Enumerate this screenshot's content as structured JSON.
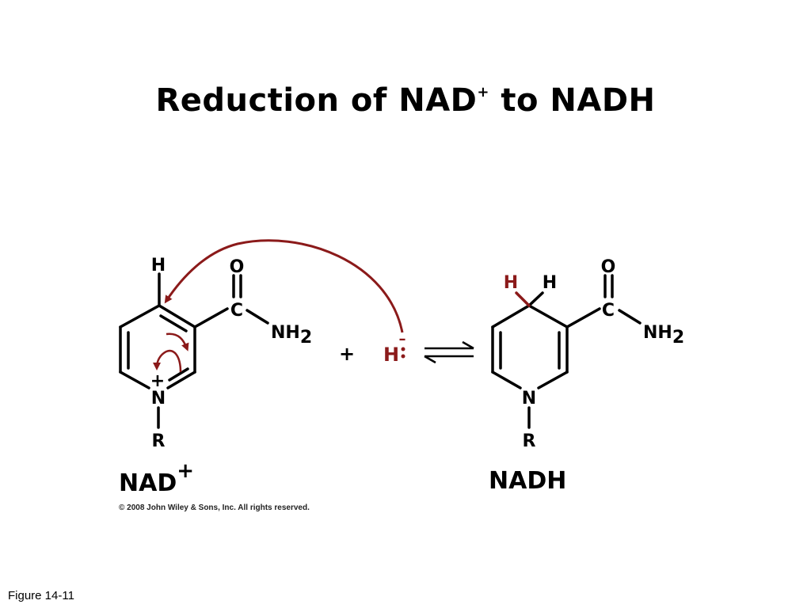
{
  "slide": {
    "title_main": "Reduction of NAD",
    "title_sup": "+",
    "title_tail": " to NADH",
    "copyright": "© 2008 John Wiley & Sons, Inc. All rights reserved.",
    "figure_label": "Figure 14-11"
  },
  "reactant": {
    "atom_H": "H",
    "atom_O": "O",
    "atom_C": "C",
    "atom_NH2_main": "NH",
    "atom_NH2_sub": "2",
    "atom_N": "N",
    "charge": "+",
    "atom_R": "R",
    "label_main": "NAD",
    "label_sup": "+"
  },
  "reagent": {
    "plus": "+",
    "hydride": "H",
    "hydride_charge": "–"
  },
  "product": {
    "atom_H_red": "H",
    "atom_H": "H",
    "atom_O": "O",
    "atom_C": "C",
    "atom_NH2_main": "NH",
    "atom_NH2_sub": "2",
    "atom_N": "N",
    "atom_R": "R",
    "label": "NADH"
  },
  "colors": {
    "arrow": "#8b1a1a",
    "hydride": "#8b1a1a",
    "bond": "#000000"
  }
}
